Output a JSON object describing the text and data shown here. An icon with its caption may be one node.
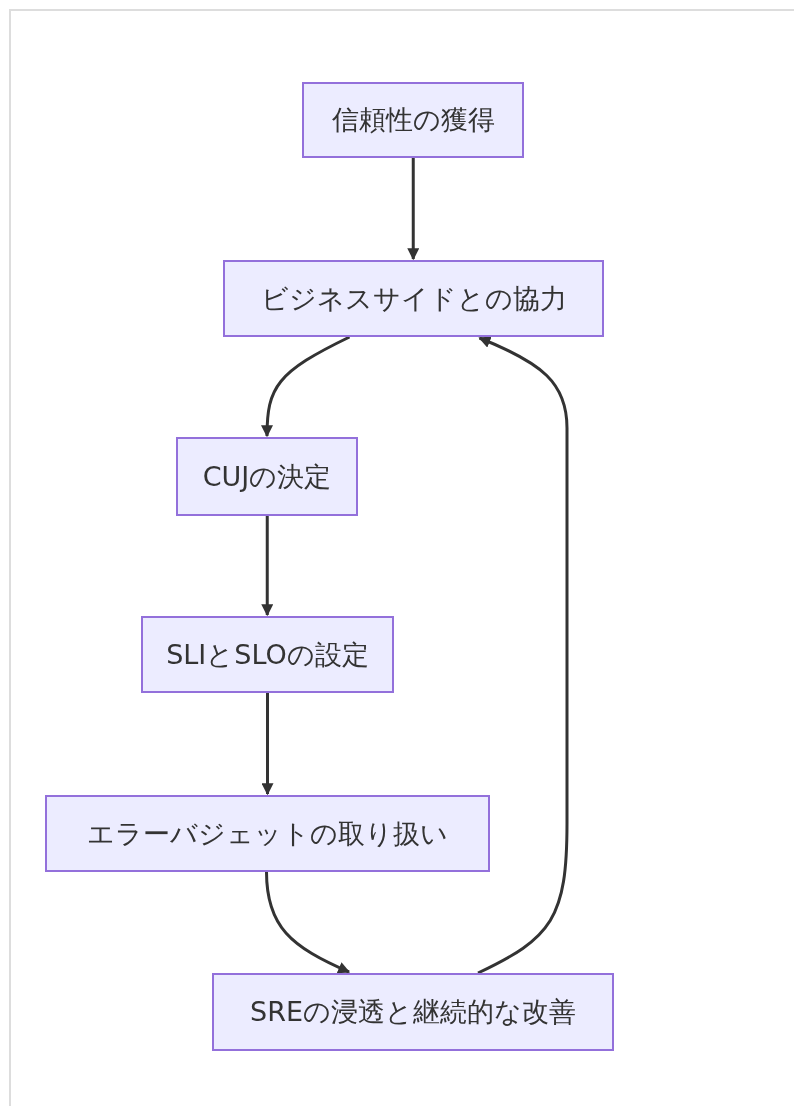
{
  "diagram": {
    "nodes": [
      {
        "text": [
          "信頼性の獲得"
        ]
      },
      {
        "text": [
          "ビジネスサイドとの協力"
        ]
      },
      {
        "text": [
          "CUJの決定"
        ]
      },
      {
        "text": [
          "SLIとSLOの設定"
        ]
      },
      {
        "text": [
          "エラーバジェットの取り扱い"
        ]
      },
      {
        "text": [
          "SREの浸透と継続的な改善"
        ]
      }
    ],
    "edges": [
      {
        "from": 0,
        "to": 1,
        "arrow": "to"
      },
      {
        "from": 1,
        "to": 2,
        "arrow": "to"
      },
      {
        "from": 2,
        "to": 3,
        "arrow": "to"
      },
      {
        "from": 3,
        "to": 4,
        "arrow": "to"
      },
      {
        "from": 4,
        "to": 5,
        "arrow": "to"
      },
      {
        "from": 5,
        "to": 1,
        "arrow": "to"
      }
    ]
  }
}
